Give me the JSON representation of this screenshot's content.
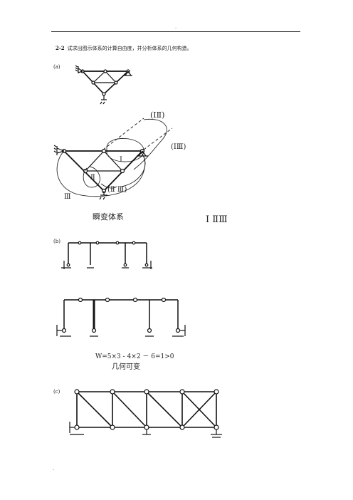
{
  "header": {
    "top_dot": ".",
    "bottom_dot": "."
  },
  "problem": {
    "number": "2-2",
    "text": "试求出图示体系的计算自由度，并分析体系的几何构造。"
  },
  "figures": {
    "a_label": "(a)",
    "b_label": "(b)",
    "c_label": "(c)"
  },
  "analysis_a": {
    "bubble_12": "(ⅠⅡ)",
    "bubble_13": "(ⅠⅢ)",
    "bubble_23": "(Ⅱ Ⅲ)",
    "body1": "Ⅰ",
    "body2": "Ⅱ",
    "body3": "Ⅲ",
    "conclusion": "瞬变体系",
    "side_roman": "Ⅰ ⅡⅢ"
  },
  "analysis_b": {
    "formula": "W=5×3 - 4×2 － 6=1>0",
    "conclusion": "几何可变"
  }
}
